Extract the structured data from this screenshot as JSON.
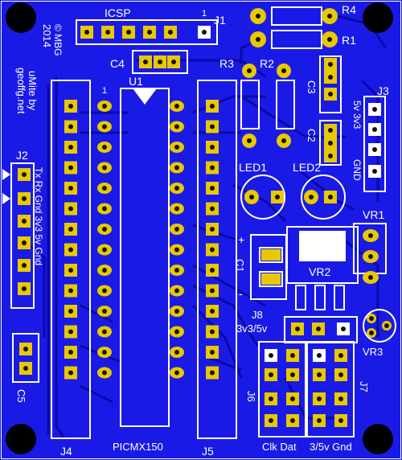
{
  "board": {
    "background": "#1a1ae6",
    "trace_color": "#0a0aa8",
    "silk_color": "#ffffff",
    "pad_color": "#e8c800",
    "hole_color": "#111111"
  },
  "labels": {
    "icsp": "ICSP",
    "j1": "J1",
    "j1_pin1": "1",
    "r4": "R4",
    "r1": "R1",
    "c4": "C4",
    "r3": "R3",
    "r2": "R2",
    "u1": "U1",
    "u1_pin1": "1",
    "c3": "C3",
    "c2": "C2",
    "j3": "J3",
    "j3_pins": "5v 3v3",
    "j3_gnd": "GND",
    "copyright": "© MBG",
    "year": "2014",
    "umite_by": "uMite by",
    "geoffg": "geoffg.net",
    "j2": "J2",
    "j2_pins": "Tx Rx Gnd 3v3 5v Gnd",
    "led1": "LED1",
    "led2": "LED2",
    "vr1": "VR1",
    "c1": "C1",
    "c1_plus": "+",
    "c1_minus": "-",
    "vr2": "VR2",
    "j8": "J8",
    "j8_sub": "3v3/5v",
    "vr3": "VR3",
    "j6": "J6",
    "j7": "J7",
    "c5": "C5",
    "j4": "J4",
    "picmx": "PICMX150",
    "j5": "J5",
    "bottom_left": "Clk Dat",
    "bottom_right": "3/5v Gnd"
  }
}
